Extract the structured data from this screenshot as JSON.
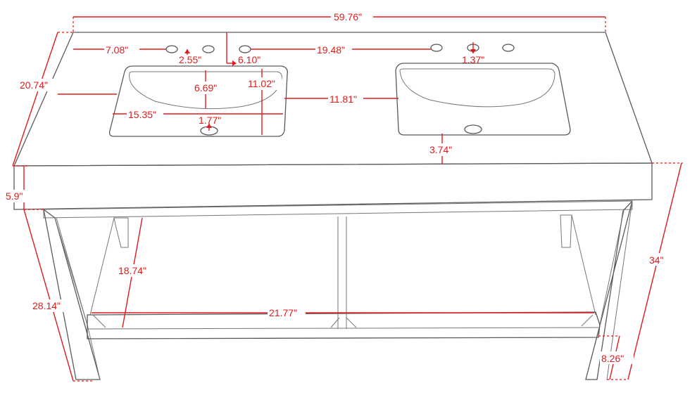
{
  "colors": {
    "dimension": "#e01b1b",
    "outline": "#5a5a5a",
    "background": "#ffffff"
  },
  "dimensions": {
    "overall_width": "59.76\"",
    "depth": "20.74\"",
    "top_thickness": "5.9\"",
    "total_height": "34\"",
    "leg_height": "28.14\"",
    "shelf_clearance": "18.74\"",
    "shelf_height": "8.26\"",
    "shelf_width": "21.77\"",
    "faucet_to_left_edge": "7.08\"",
    "faucet_hole_spacing": "2.55\"",
    "faucet_to_basin_offset": "6.10\"",
    "faucet_centers_distance": "19.48\"",
    "right_faucet_offset": "1.37\"",
    "basin_depth": "6.69\"",
    "basin_front_back": "11.02\"",
    "basin_length": "15.35\"",
    "drain_offset": "1.77\"",
    "basin_gap": "11.81\"",
    "front_to_drain": "3.74\""
  }
}
